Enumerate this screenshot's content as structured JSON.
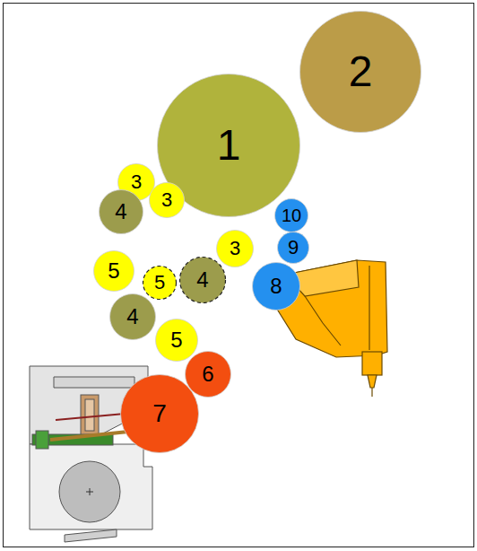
{
  "diagram": {
    "nodes": [
      {
        "text": [
          "2"
        ]
      },
      {
        "text": [
          "1"
        ]
      },
      {
        "text": [
          "3"
        ]
      },
      {
        "text": [
          "4"
        ]
      },
      {
        "text": [
          "3"
        ]
      },
      {
        "text": [
          "10"
        ]
      },
      {
        "text": [
          "3"
        ]
      },
      {
        "text": [
          "9"
        ]
      },
      {
        "text": [
          "5"
        ]
      },
      {
        "text": [
          "5"
        ]
      },
      {
        "text": [
          "4"
        ]
      },
      {
        "text": [
          "8"
        ]
      },
      {
        "text": [
          "4"
        ]
      },
      {
        "text": [
          "5"
        ]
      },
      {
        "text": [
          "6"
        ]
      },
      {
        "text": [
          "7"
        ]
      }
    ]
  }
}
